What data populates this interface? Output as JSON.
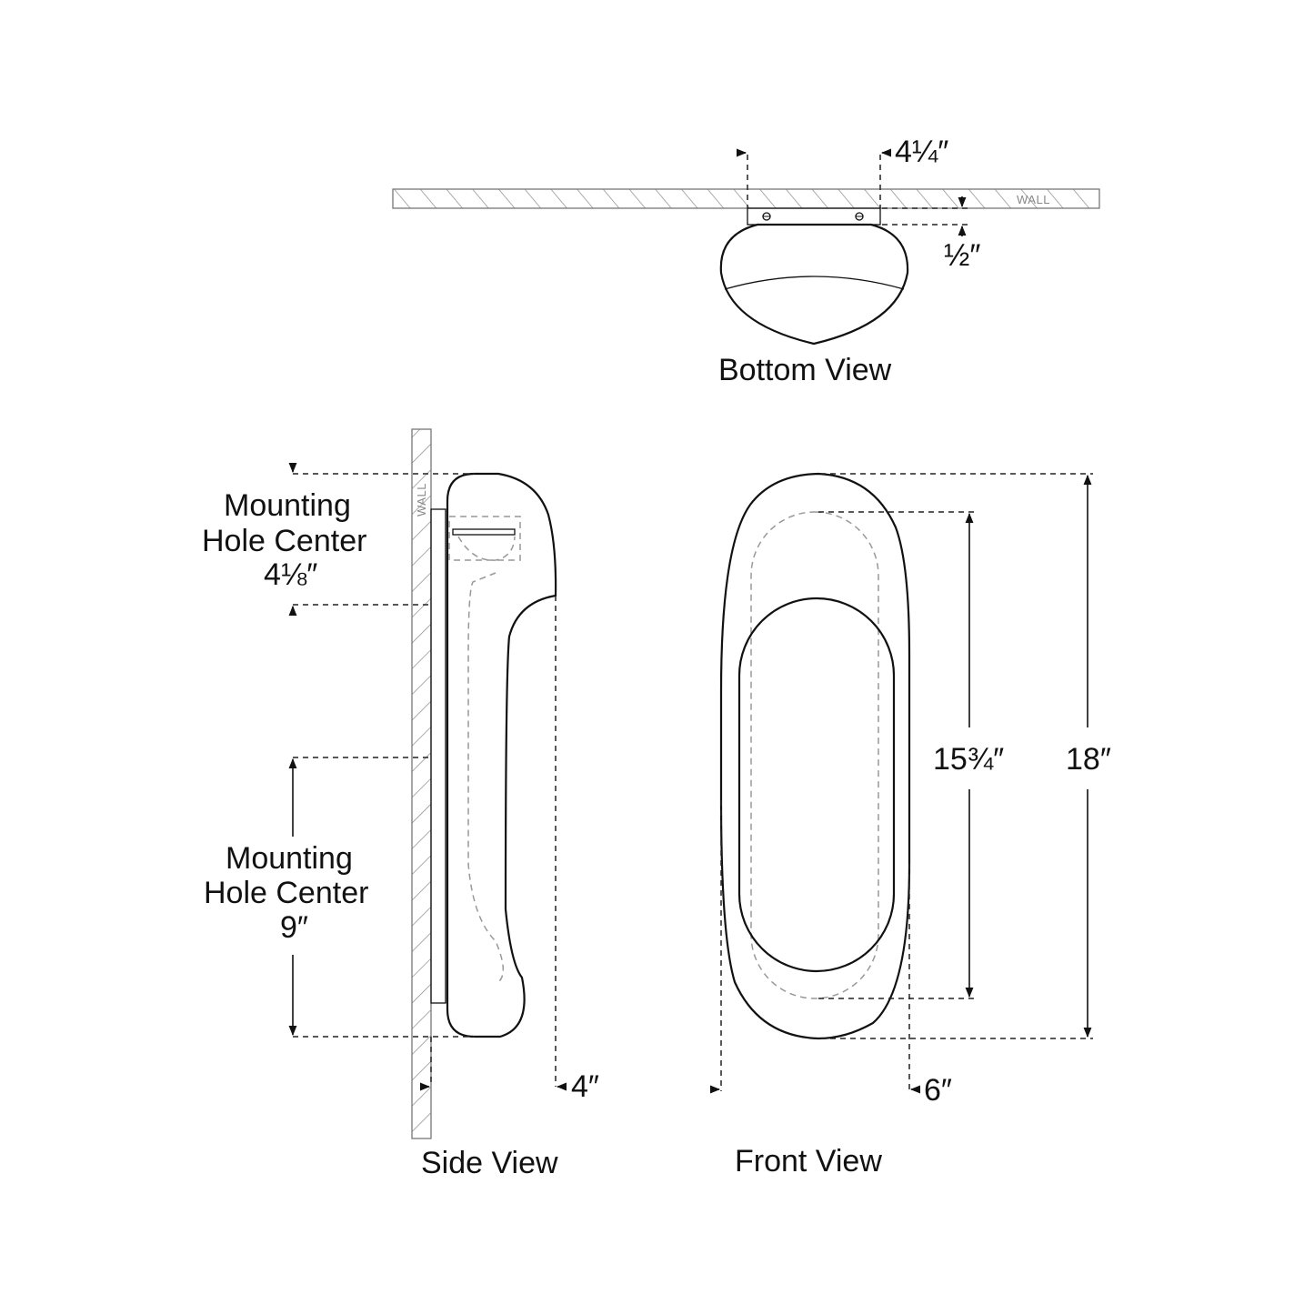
{
  "views": {
    "bottom": {
      "title": "Bottom View",
      "wall_label": "WALL",
      "width_dim": "4¼″",
      "plate_dim": "½″"
    },
    "side": {
      "title": "Side View",
      "wall_label": "WALL",
      "upper_hole": {
        "line1": "Mounting",
        "line2": "Hole Center",
        "value": "4⅛″"
      },
      "lower_hole": {
        "line1": "Mounting",
        "line2": "Hole Center",
        "value": "9″"
      },
      "depth_dim": "4″"
    },
    "front": {
      "title": "Front View",
      "width_dim": "6″",
      "inner_height_dim": "15¾″",
      "overall_height_dim": "18″"
    }
  },
  "colors": {
    "line": "#111111",
    "hidden_line": "#999999",
    "hatch": "#888888",
    "background": "#ffffff"
  }
}
